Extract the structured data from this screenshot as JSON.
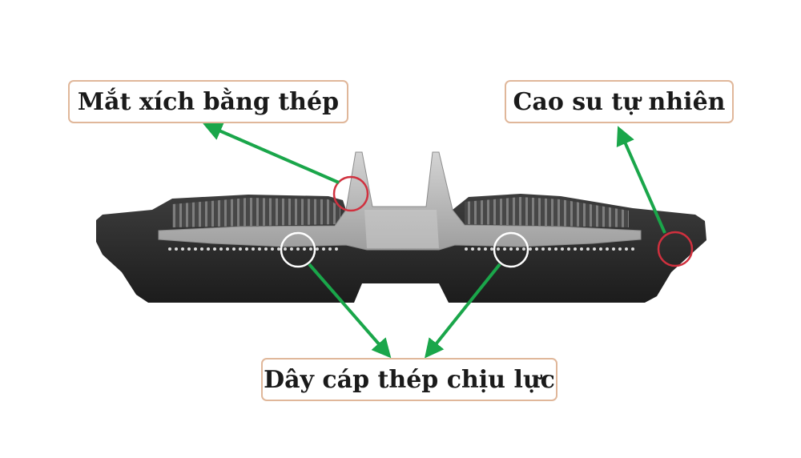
{
  "labels": {
    "steel_link": "Mắt xích bằng thép",
    "natural_rubber": "Cao su tự nhiên",
    "steel_cable": "Dây cáp thép chịu lực"
  },
  "colors": {
    "rubber": "#2b2b2b",
    "steel": "#b9b9b9",
    "arrow": "#1aa64a",
    "box_border": "#e0b79a",
    "highlight_red": "#d0303e",
    "highlight_white": "#ffffff"
  }
}
